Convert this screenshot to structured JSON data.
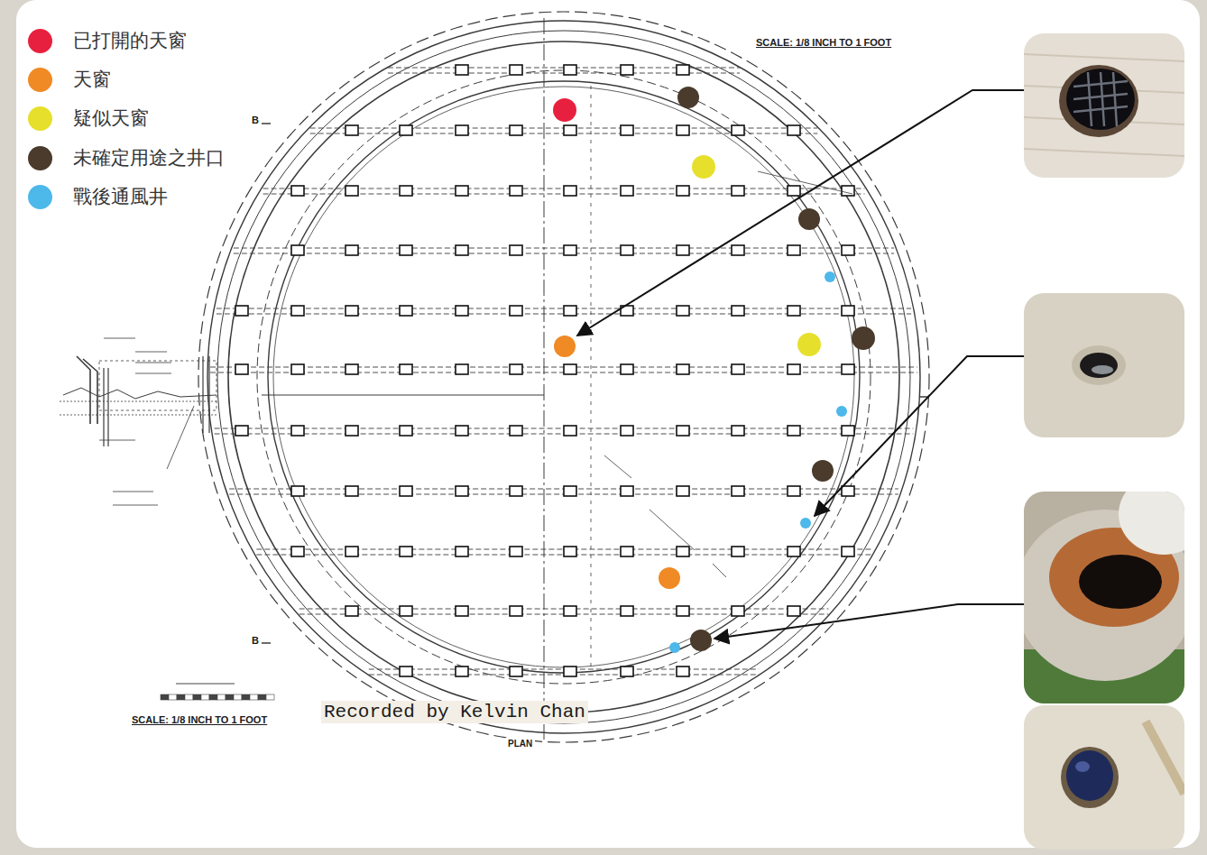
{
  "diagram": {
    "labels": [
      "SCALE: 1/8 INCH TO 1 FOOT",
      "SCALE: 1/8 INCH TO 1 FOOT",
      "Recorded by Kelvin Chan",
      "PLAN",
      "B",
      "B"
    ],
    "legend": [
      {
        "text": "已打開的天窗",
        "color": "#e8203f"
      },
      {
        "text": "天窗",
        "color": "#f08a24"
      },
      {
        "text": "疑似天窗",
        "color": "#e6e02c"
      },
      {
        "text": "未確定用途之井口",
        "color": "#4a3b2c"
      },
      {
        "text": "戰後通風井",
        "color": "#4db8ea"
      }
    ]
  }
}
